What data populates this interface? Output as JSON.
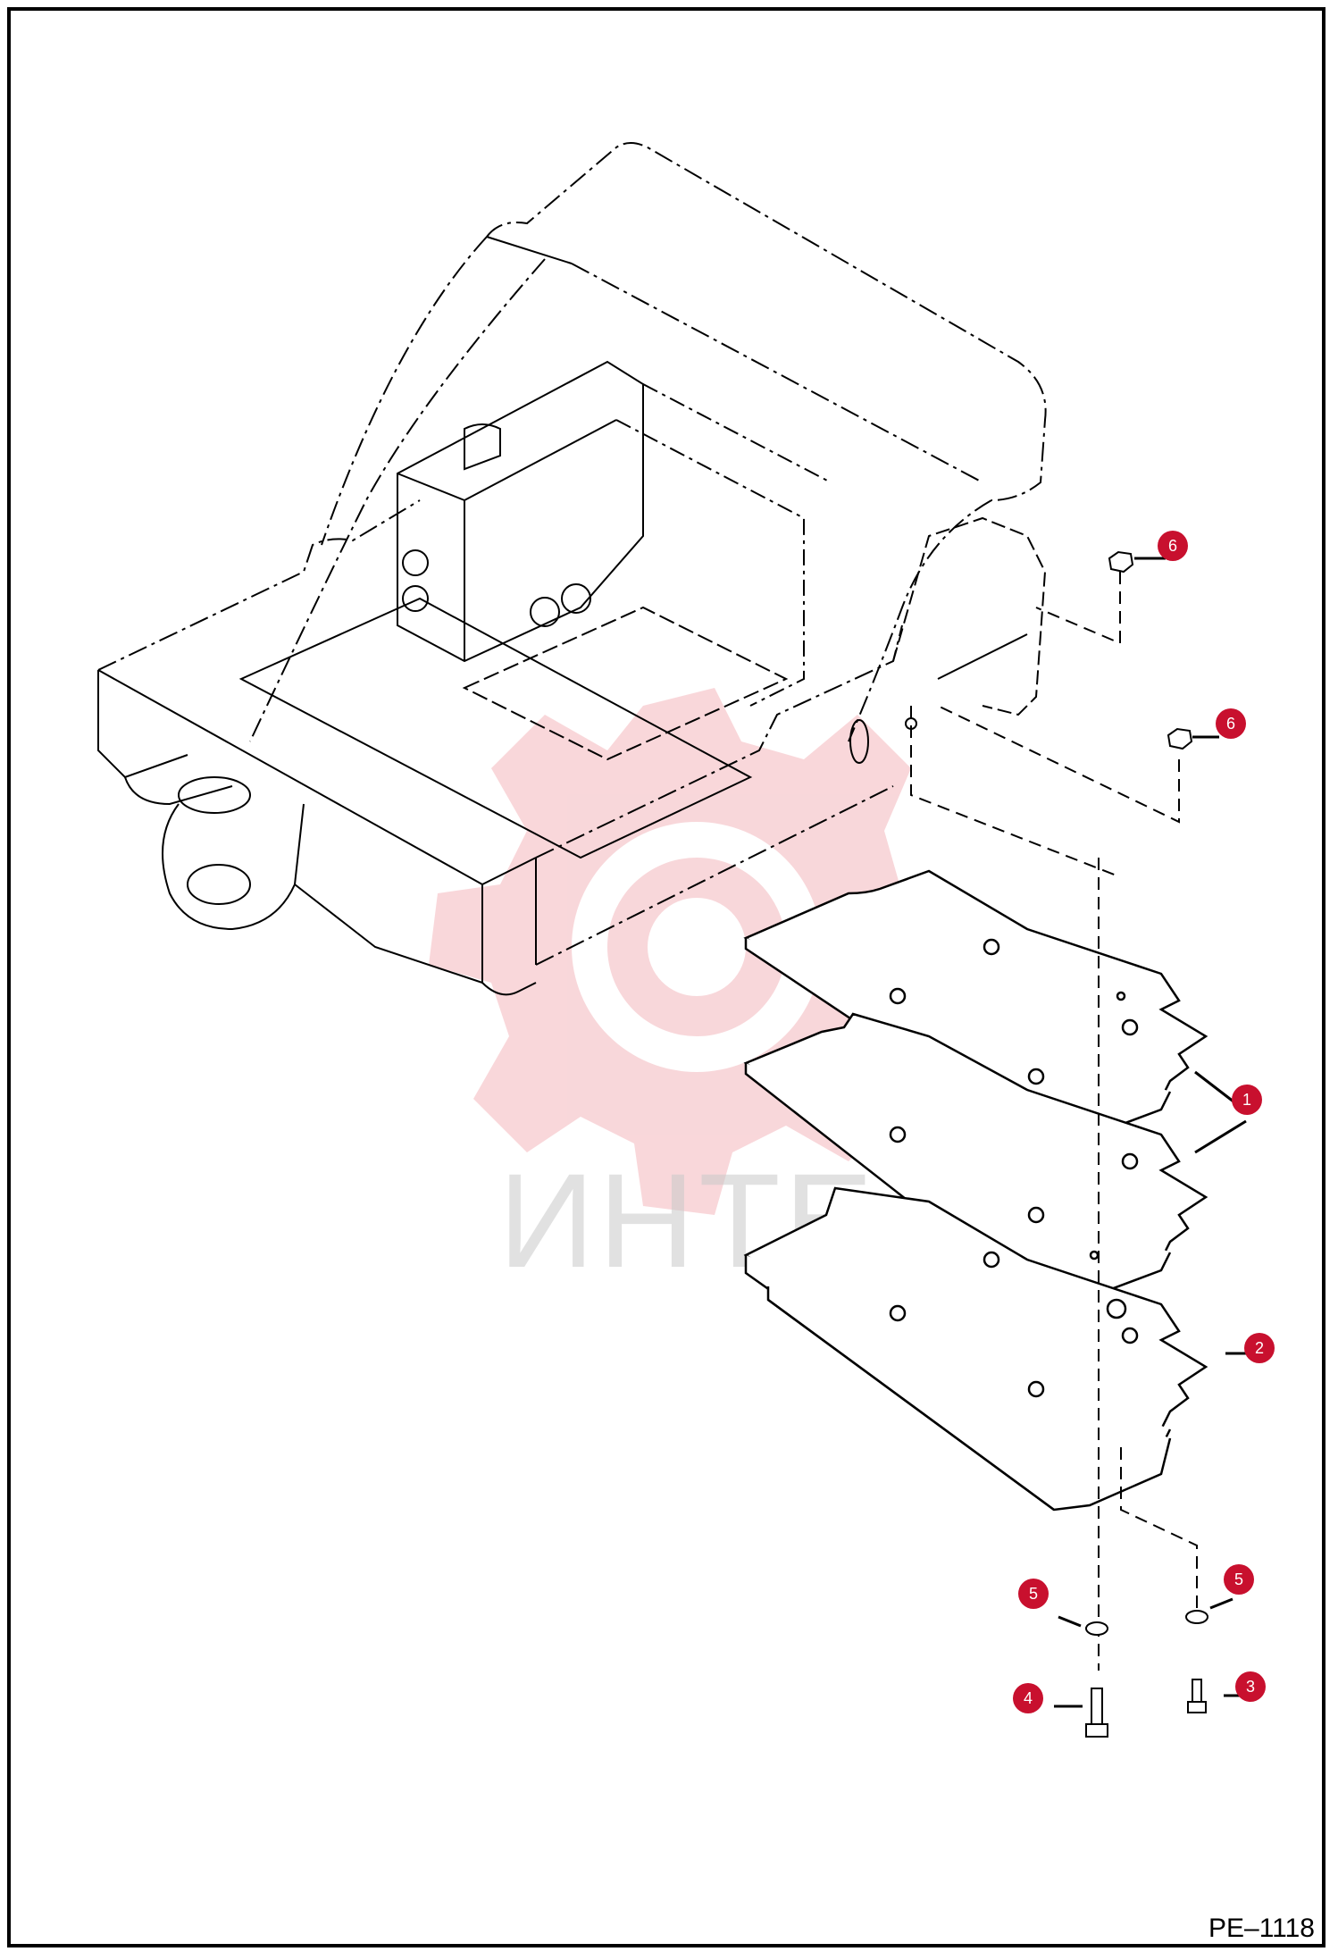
{
  "watermark": {
    "text": "ИНТЕХ"
  },
  "page_code": "PE–1118",
  "callouts": [
    {
      "id": "callout-1",
      "label": "1"
    },
    {
      "id": "callout-2",
      "label": "2"
    },
    {
      "id": "callout-3",
      "label": "3"
    },
    {
      "id": "callout-4",
      "label": "4"
    },
    {
      "id": "callout-5a",
      "label": "5"
    },
    {
      "id": "callout-5b",
      "label": "5"
    },
    {
      "id": "callout-6a",
      "label": "6"
    },
    {
      "id": "callout-6b",
      "label": "6"
    }
  ],
  "colors": {
    "callout": "#c8102e",
    "line": "#000000",
    "watermark": "#f2a7ad"
  }
}
